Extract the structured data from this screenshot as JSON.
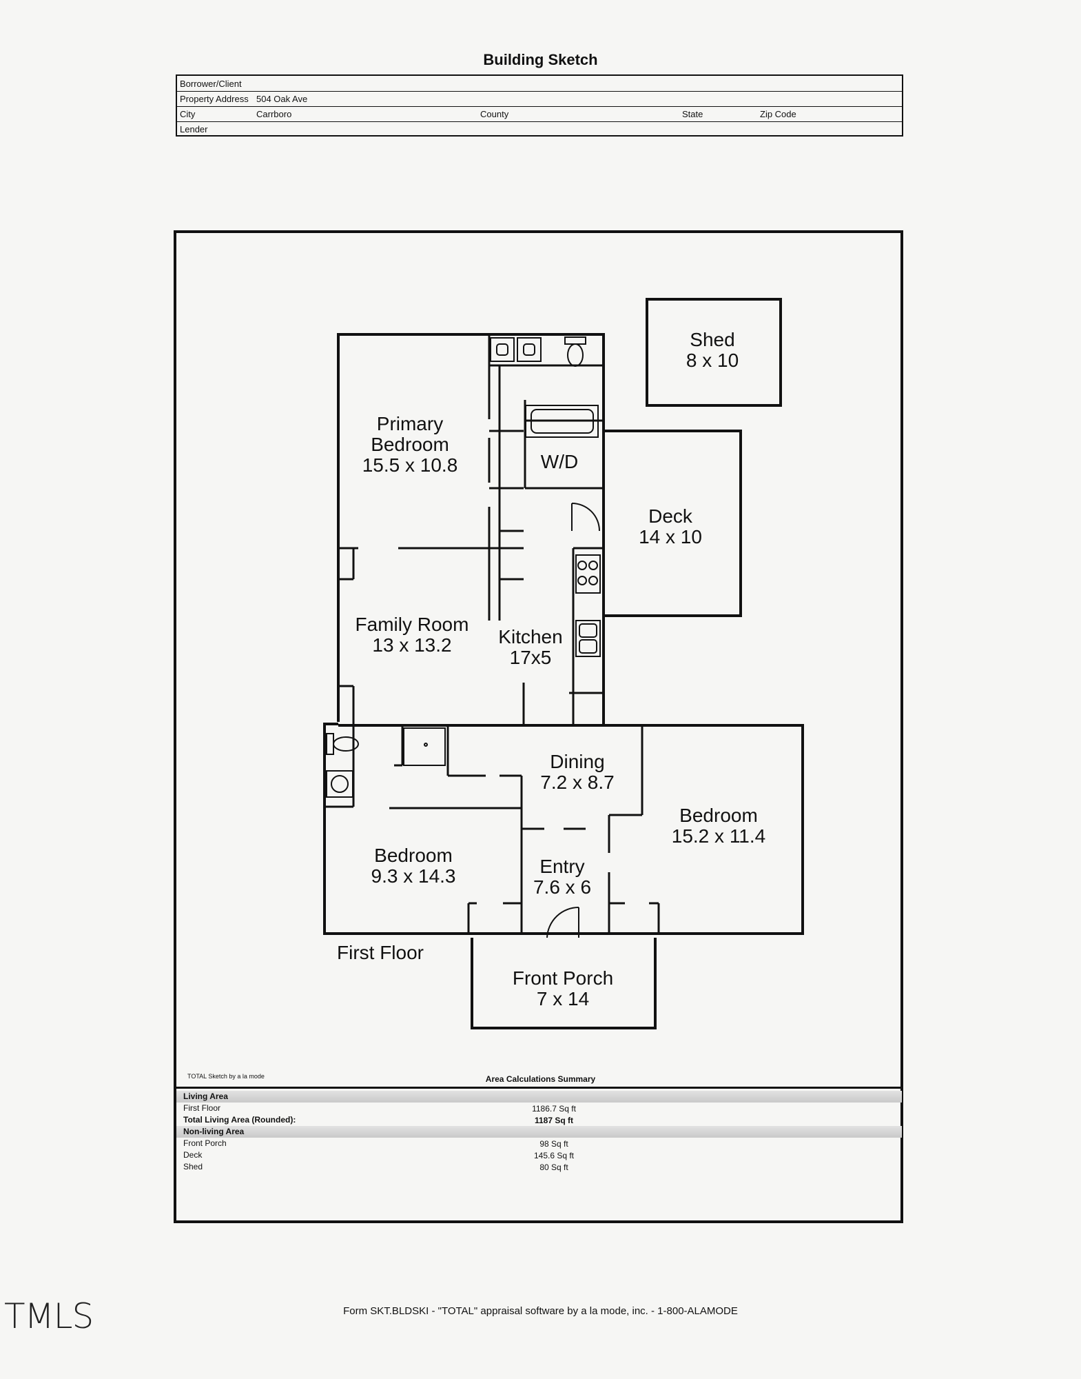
{
  "page": {
    "title": "Building Sketch"
  },
  "header": {
    "borrower_label": "Borrower/Client",
    "address_label": "Property Address",
    "address_value": "504 Oak Ave",
    "city_label": "City",
    "city_value": "Carrboro",
    "county_label": "County",
    "state_label": "State",
    "zip_label": "Zip Code",
    "lender_label": "Lender"
  },
  "rooms": {
    "primary_bedroom": [
      "Primary",
      "Bedroom",
      "15.5 x 10.8"
    ],
    "wd": "W/D",
    "family_room": [
      "Family Room",
      "13 x 13.2"
    ],
    "kitchen": [
      "Kitchen",
      "17x5"
    ],
    "deck": [
      "Deck",
      "14 x 10"
    ],
    "shed": [
      "Shed",
      "8 x 10"
    ],
    "dining": [
      "Dining",
      "7.2 x 8.7"
    ],
    "bedroom_right": [
      "Bedroom",
      "15.2 x 11.4"
    ],
    "bedroom_left": [
      "Bedroom",
      "9.3 x 14.3"
    ],
    "entry": [
      "Entry",
      "7.6 x 6"
    ],
    "front_porch": [
      "Front Porch",
      "7 x 14"
    ],
    "floor_label": "First Floor"
  },
  "summary": {
    "sketch_note": "TOTAL Sketch by a la mode",
    "title": "Area Calculations Summary",
    "living_area": "Living Area",
    "first_floor": "First Floor",
    "first_floor_value": "1186.7 Sq ft",
    "total_living": "Total Living Area (Rounded):",
    "total_living_value": "1187 Sq ft",
    "non_living": "Non-living Area",
    "front_porch": "Front Porch",
    "front_porch_value": "98 Sq ft",
    "deck": "Deck",
    "deck_value": "145.6 Sq ft",
    "shed": "Shed",
    "shed_value": "80 Sq ft"
  },
  "footer": {
    "form_text": "Form SKT.BLDSKI - \"TOTAL\" appraisal software by a la mode, inc. - 1-800-ALAMODE",
    "logo": "TMLS"
  }
}
